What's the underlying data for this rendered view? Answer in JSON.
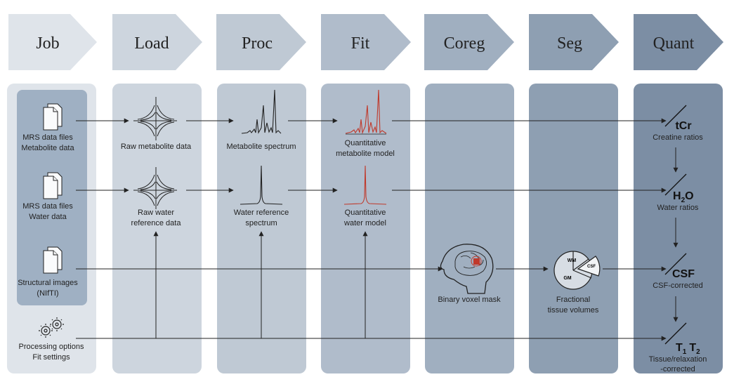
{
  "stages": [
    "Job",
    "Load",
    "Proc",
    "Fit",
    "Coreg",
    "Seg",
    "Quant"
  ],
  "job": {
    "mrs_metabolite": [
      "MRS data files",
      "Metabolite data"
    ],
    "mrs_water": [
      "MRS data files",
      "Water data"
    ],
    "structural": [
      "Structural images",
      "(NIfTI)"
    ],
    "options": [
      "Processing options",
      "Fit settings"
    ]
  },
  "load": {
    "raw_metabolite": "Raw metabolite data",
    "raw_water": [
      "Raw water",
      "reference data"
    ]
  },
  "proc": {
    "metabolite_spectrum": "Metabolite spectrum",
    "water_spectrum": [
      "Water reference",
      "spectrum"
    ]
  },
  "fit": {
    "metabolite_model": [
      "Quantitative",
      "metabolite model"
    ],
    "water_model": [
      "Quantitative",
      "water model"
    ]
  },
  "coreg": {
    "mask": "Binary voxel mask"
  },
  "seg": {
    "volumes": [
      "Fractional",
      "tissue volumes"
    ],
    "wm": "WM",
    "gm": "GM",
    "csf": "CSF"
  },
  "quant": {
    "tcr": "tCr",
    "tcr_label": "Creatine ratios",
    "h2o_h": "H",
    "h2o_sub": "2",
    "h2o_o": "O",
    "h2o_label": "Water ratios",
    "csf": "CSF",
    "csf_label": "CSF-corrected",
    "t1": "T",
    "t1_sub": "1",
    "t2": "T",
    "t2_sub": "2",
    "tissue_label": [
      "Tissue/relaxation",
      "-corrected"
    ]
  },
  "colors": {
    "chevrons": [
      "#dfe4ea",
      "#cdd5de",
      "#bfc9d4",
      "#b0bccb",
      "#a0afc0",
      "#8e9fb2",
      "#7c8ea4"
    ],
    "panels": [
      "#dfe4ea",
      "#cdd5de",
      "#bfc9d4",
      "#b0bccb",
      "#a0afc0",
      "#8e9fb2",
      "#7c8ea4"
    ],
    "job_inner": "#9fb0c3",
    "fit_red": "#c0392b"
  }
}
